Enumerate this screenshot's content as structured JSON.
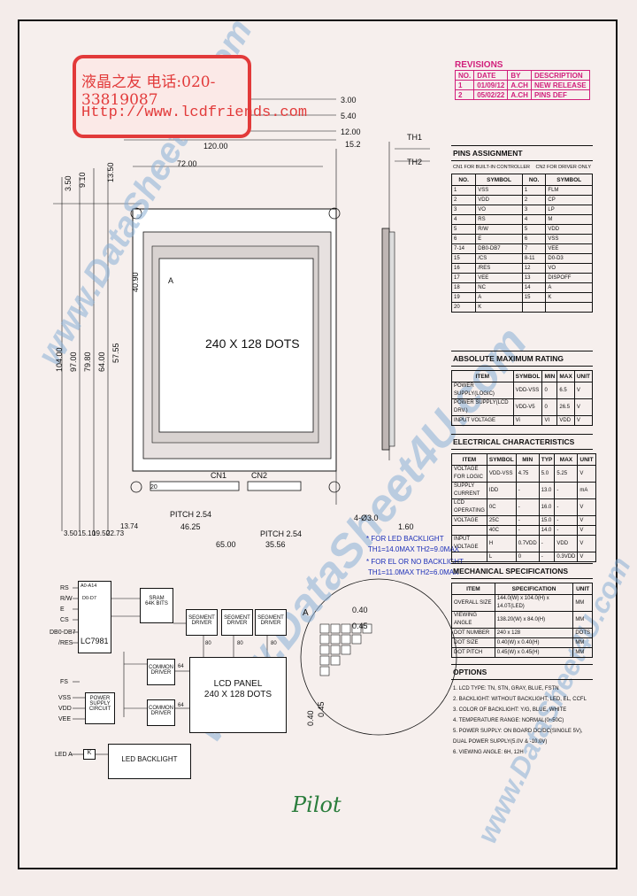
{
  "stamp": {
    "line1": "液晶之友 电话:020-33819087",
    "line2": "Http://www.lcdfriends.com"
  },
  "watermarks": [
    "www.DataSheet4U.com",
    "www.DataSheet4U.com",
    "www.DataSheet4U.com"
  ],
  "revisions": {
    "title": "REVISIONS",
    "header": [
      "NO.",
      "DATE",
      "BY",
      "DESCRIPTION"
    ],
    "rows": [
      [
        "1",
        "01/09/12",
        "A.CH",
        "NEW RELEASE"
      ],
      [
        "2",
        "05/02/22",
        "A.CH",
        "PINS DEF"
      ]
    ]
  },
  "drawing": {
    "dot_label": "240 X 128 DOTS",
    "pin_a": "A",
    "cn1": "CN1",
    "cn2": "CN2",
    "pin20": "20",
    "pitch1": "PITCH 2.54",
    "pitch2": "PITCH 2.54",
    "dims_top": [
      "3.00",
      "5.40",
      "12.00",
      "15.2",
      "72.00",
      "120.00"
    ],
    "dims_left": [
      "3.50",
      "9.10",
      "13.50",
      "104.00",
      "97.00",
      "79.80",
      "64.00",
      "57.55",
      "40.90"
    ],
    "dims_bottom": [
      "3.50",
      "15.10",
      "19.50",
      "22.73",
      "13.74",
      "46.25",
      "35.56",
      "65.00"
    ],
    "th1": "TH1",
    "th2": "TH2",
    "hole": "4-Ø3.0",
    "dim_side": "1.60",
    "led_note1": "* FOR LED BACKLIGHT",
    "led_note2": "TH1=14.0MAX TH2=9.0MAX",
    "el_note1": "* FOR EL OR NO BACKLIGHT",
    "el_note2": "TH1=11.0MAX TH2=6.0MAX",
    "zoom_dims": [
      "0.40",
      "0.45",
      "0.40",
      "0.45"
    ]
  },
  "block": {
    "signals": [
      "RS",
      "R/W",
      "E",
      "CS",
      "DB0-DB7",
      "/RES",
      "FS",
      "VSS",
      "VDD",
      "VEE",
      "LED A"
    ],
    "bus": [
      "A0-A14",
      "D0-D7"
    ],
    "controller": "LC7981",
    "sram": [
      "SRAM",
      "64K BITS"
    ],
    "seg": [
      "SEGMENT DRIVER",
      "SEGMENT DRIVER",
      "SEGMENT DRIVER"
    ],
    "com": [
      "COMMON DRIVER",
      "COMMON DRIVER"
    ],
    "lcd": [
      "LCD PANEL",
      "240 X 128 DOTS"
    ],
    "power": [
      "POWER",
      "SUPPLY",
      "CIRCUIT"
    ],
    "led": "LED BACKLIGHT",
    "counts": [
      "80",
      "80",
      "80",
      "64",
      "64"
    ],
    "led_k": "K"
  },
  "logo": "Pilot",
  "pins": {
    "title": "PINS ASSIGNMENT",
    "sub": [
      "CN1 FOR BUILT-IN CONTROLLER",
      "CN2 FOR DRIVER ONLY"
    ],
    "header": [
      "NO.",
      "SYMBOL",
      "NO.",
      "SYMBOL"
    ],
    "rows": [
      [
        "1",
        "VSS",
        "1",
        "FLM"
      ],
      [
        "2",
        "VDD",
        "2",
        "CP"
      ],
      [
        "3",
        "VO",
        "3",
        "LP"
      ],
      [
        "4",
        "RS",
        "4",
        "M"
      ],
      [
        "5",
        "R/W",
        "5",
        "VDD"
      ],
      [
        "6",
        "E",
        "6",
        "VSS"
      ],
      [
        "7-14",
        "DB0-DB7",
        "7",
        "VEE"
      ],
      [
        "15",
        "/CS",
        "8-11",
        "D0-D3"
      ],
      [
        "16",
        "/RES",
        "12",
        "VO"
      ],
      [
        "17",
        "VEE",
        "13",
        "DISPOFF"
      ],
      [
        "18",
        "NC",
        "14",
        "A"
      ],
      [
        "19",
        "A",
        "15",
        "K"
      ],
      [
        "20",
        "K",
        "",
        ""
      ]
    ]
  },
  "absmax": {
    "title": "ABSOLUTE MAXIMUM RATING",
    "header": [
      "ITEM",
      "SYMBOL",
      "MIN",
      "MAX",
      "UNIT"
    ],
    "rows": [
      [
        "POWER SUPPLY(LOGIC)",
        "VDD-VSS",
        "0",
        "6.5",
        "V"
      ],
      [
        "POWER SUPPLY(LCD DRV.)",
        "VDD-V5",
        "0",
        "26.5",
        "V"
      ],
      [
        "INPUT VOLTAGE",
        "Vi",
        "VI",
        "VDD",
        "V"
      ]
    ]
  },
  "elec": {
    "title": "ELECTRICAL CHARACTERISTICS",
    "header": [
      "ITEM",
      "SYMBOL",
      "MIN",
      "TYP",
      "MAX",
      "UNIT"
    ],
    "rows": [
      [
        "VOLTAGE FOR LOGIC",
        "VDD-VSS",
        "4.75",
        "5.0",
        "5.25",
        "V"
      ],
      [
        "SUPPLY CURRENT",
        "IDD",
        "-",
        "13.0",
        "-",
        "mA"
      ],
      [
        "LCD OPERATING",
        "0C",
        "-",
        "16.0",
        "-",
        "V"
      ],
      [
        "VOLTAGE",
        "25C",
        "-",
        "15.0",
        "-",
        "V"
      ],
      [
        "",
        "40C",
        "-",
        "14.0",
        "-",
        "V"
      ],
      [
        "INPUT VOLTAGE",
        "H",
        "0.7VDD",
        "-",
        "VDD",
        "V"
      ],
      [
        "",
        "L",
        "0",
        "-",
        "0.3VDD",
        "V"
      ]
    ]
  },
  "mech": {
    "title": "MECHANICAL SPECIFICATIONS",
    "header": [
      "ITEM",
      "SPECIFICATION",
      "UNIT"
    ],
    "rows": [
      [
        "OVERALL SIZE",
        "144.0(W) x 104.0(H) x 14.0T(LED)",
        "MM"
      ],
      [
        "VIEWING ANGLE",
        "138.20(W) x 84.0(H)",
        "MM"
      ],
      [
        "DOT NUMBER",
        "240 x 128",
        "DOTS"
      ],
      [
        "DOT SIZE",
        "0.40(W) x 0.40(H)",
        "MM"
      ],
      [
        "DOT PITCH",
        "0.45(W) x 0.45(H)",
        "MM"
      ]
    ]
  },
  "options": {
    "title": "OPTIONS",
    "lines": [
      "1. LCD TYPE: TN, STN, GRAY, BLUE, FSTN",
      "2. BACKLIGHT: WITHOUT BACKLIGHT, LED, EL, CCFL",
      "3. COLOR OF BACKLIGHT: Y/G, BLUE, WHITE",
      "4. TEMPERATURE RANGE: NORMAL(0~50C)",
      "5. POWER SUPPLY: ON BOARD DC/DC(SINGLE 5V),",
      "   DUAL POWER SUPPLY(5.0V & -10.0V)",
      "6. VIEWING ANGLE: 6H, 12H"
    ]
  }
}
